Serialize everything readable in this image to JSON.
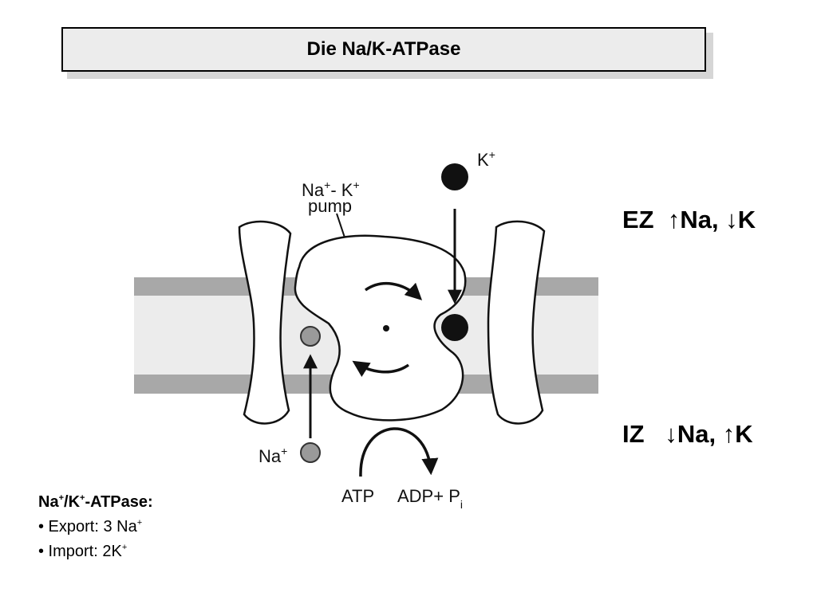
{
  "title": "Die Na/K-ATPase",
  "diagram": {
    "pump_label_line1": "Na",
    "pump_label_sup1": "+",
    "pump_label_mid": "- K",
    "pump_label_sup2": "+",
    "pump_label_line2": "pump",
    "k_ion_label": "K",
    "k_ion_sup": "+",
    "na_ion_label": "Na",
    "na_ion_sup": "+",
    "atp_label": "ATP",
    "adp_label": "ADP+ P",
    "adp_sub": "i"
  },
  "zones": {
    "ez": "EZ  ↑Na, ↓K",
    "iz": "IZ   ↓Na, ↑K"
  },
  "info": {
    "heading_a": "Na",
    "heading_sup_a": "+",
    "heading_b": "/K",
    "heading_sup_b": "+",
    "heading_c": "-ATPase:",
    "export_text": "• Export: 3 Na",
    "export_sup": "+",
    "import_text": "• Import: 2K",
    "import_sup": "+"
  }
}
